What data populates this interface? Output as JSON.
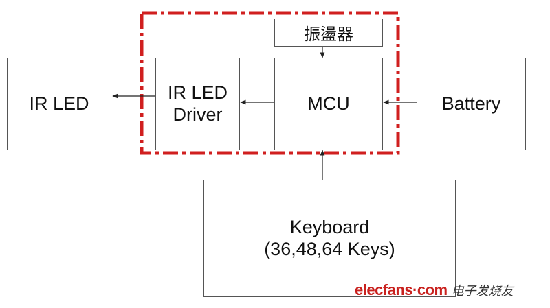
{
  "diagram": {
    "blocks": {
      "ir_led": "IR LED",
      "ir_led_driver": [
        "IR LED",
        "Driver"
      ],
      "mcu": "MCU",
      "battery": "Battery",
      "oscillator": "振盪器",
      "keyboard": [
        "Keyboard",
        "(36,48,64 Keys)"
      ]
    },
    "colors": {
      "mcu_group_border": "#d01f1f",
      "box_border": "#555555",
      "arrow": "#222222"
    }
  },
  "watermark": {
    "logo": "elecfans·com",
    "chinese": "电子发烧友"
  }
}
